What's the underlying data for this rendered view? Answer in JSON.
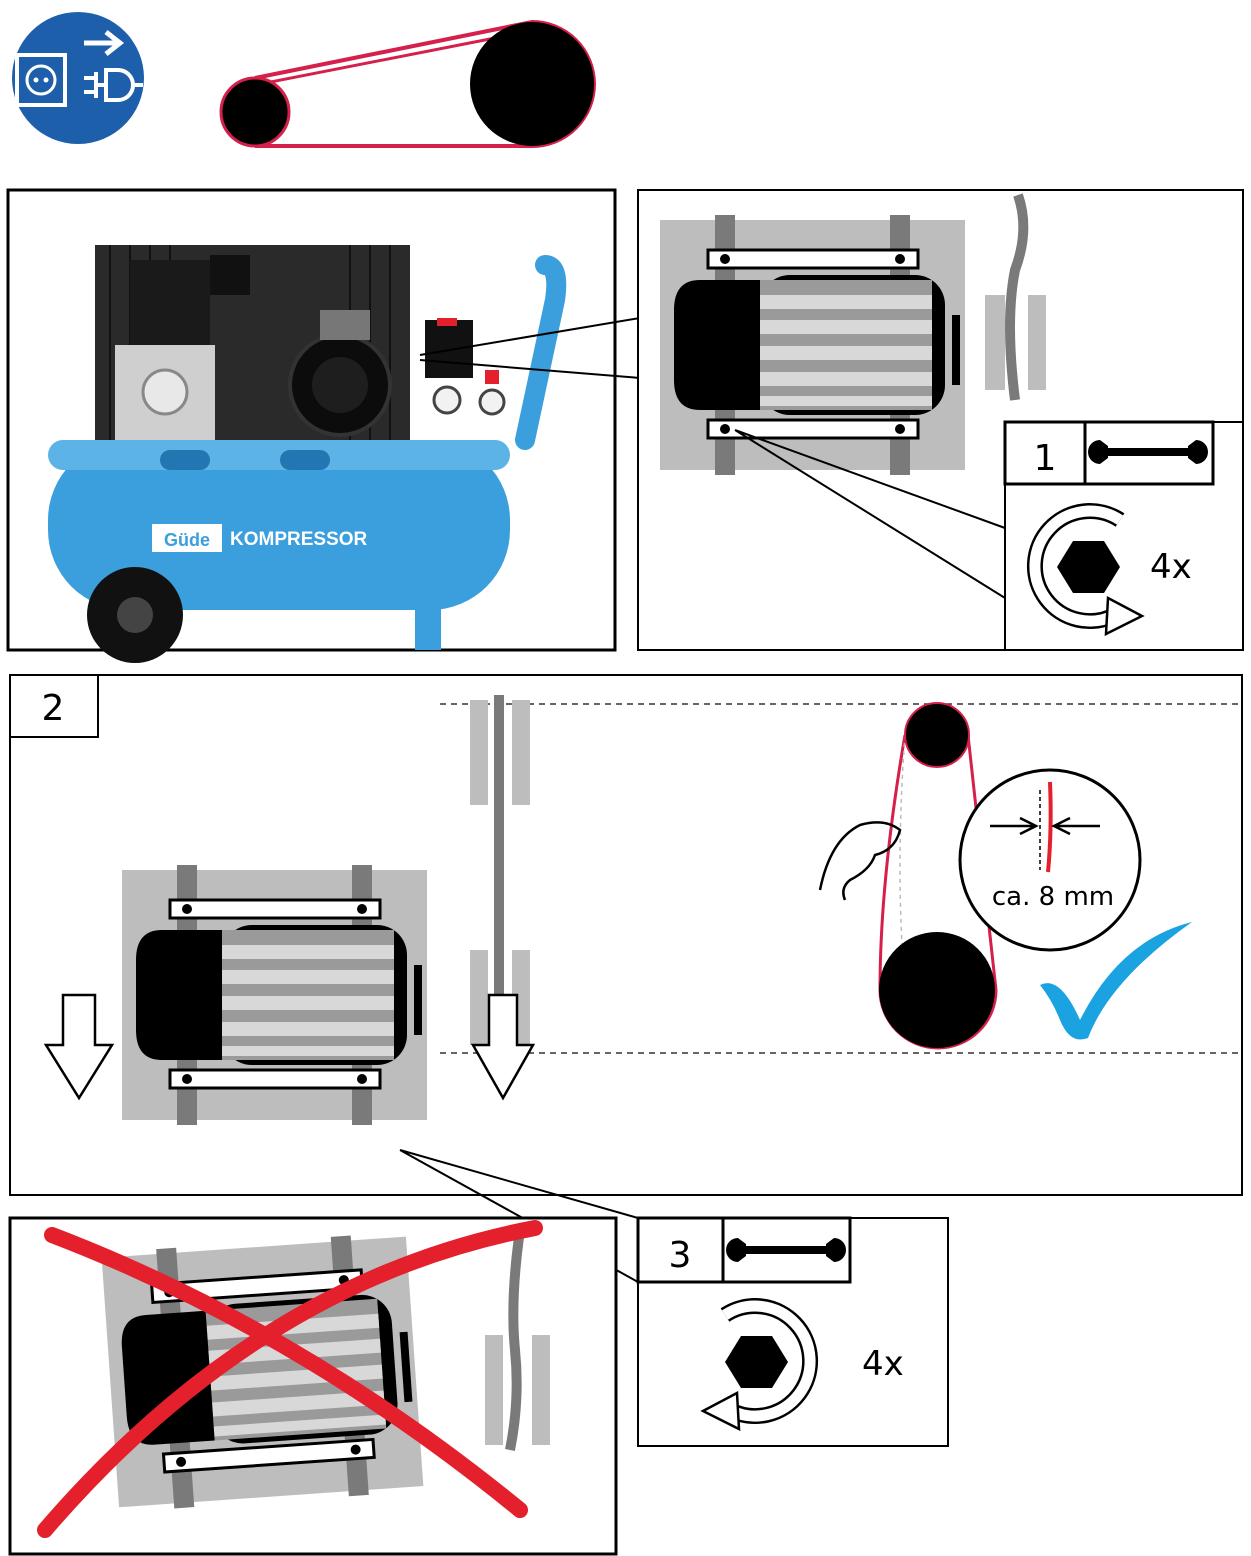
{
  "header": {
    "unplug_sign": "disconnect-mains-plug",
    "belt_icon": "belt-drive"
  },
  "compressor": {
    "brand": "Güde",
    "label": "KOMPRESSOR",
    "tank_color": "#3a9fdc"
  },
  "step1": {
    "number": "1",
    "tool": "wrench-icon",
    "count": "4x",
    "action": "loosen-counterclockwise"
  },
  "step2": {
    "number": "2",
    "deflection": "ca. 8 mm",
    "result": "checkmark-icon",
    "check_color": "#1aa3e0"
  },
  "step3": {
    "number": "3",
    "tool": "wrench-icon",
    "count": "4x",
    "action": "tighten-clockwise"
  },
  "wrong": {
    "mark": "cross-icon",
    "color": "#e3202b"
  },
  "belt_color": "#d4204a"
}
